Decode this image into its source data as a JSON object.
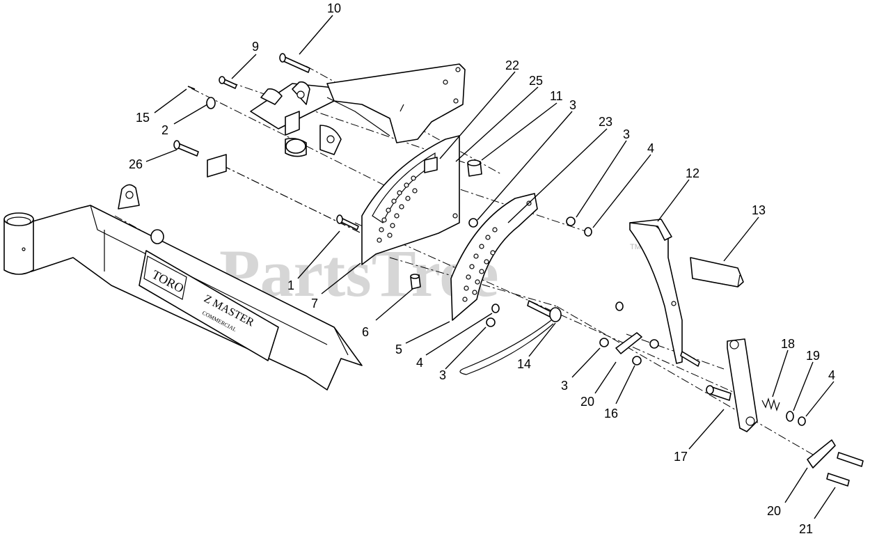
{
  "watermark": {
    "text": "PartsTree",
    "tm": "TM"
  },
  "decal": {
    "brand": "TORO",
    "model": "Z MASTER",
    "sub": "COMMERCIAL"
  },
  "callouts": [
    {
      "id": "c10",
      "text": "10"
    },
    {
      "id": "c9",
      "text": "9"
    },
    {
      "id": "c15",
      "text": "15"
    },
    {
      "id": "c2",
      "text": "2"
    },
    {
      "id": "c26",
      "text": "26"
    },
    {
      "id": "c22",
      "text": "22"
    },
    {
      "id": "c25",
      "text": "25"
    },
    {
      "id": "c11",
      "text": "11"
    },
    {
      "id": "c3a",
      "text": "3"
    },
    {
      "id": "c23",
      "text": "23"
    },
    {
      "id": "c3b",
      "text": "3"
    },
    {
      "id": "c4a",
      "text": "4"
    },
    {
      "id": "c12",
      "text": "12"
    },
    {
      "id": "c13",
      "text": "13"
    },
    {
      "id": "c1",
      "text": "1"
    },
    {
      "id": "c7",
      "text": "7"
    },
    {
      "id": "c6",
      "text": "6"
    },
    {
      "id": "c5",
      "text": "5"
    },
    {
      "id": "c4b",
      "text": "4"
    },
    {
      "id": "c3c",
      "text": "3"
    },
    {
      "id": "c14",
      "text": "14"
    },
    {
      "id": "c3d",
      "text": "3"
    },
    {
      "id": "c20a",
      "text": "20"
    },
    {
      "id": "c16",
      "text": "16"
    },
    {
      "id": "c18",
      "text": "18"
    },
    {
      "id": "c19",
      "text": "19"
    },
    {
      "id": "c4c",
      "text": "4"
    },
    {
      "id": "c17",
      "text": "17"
    },
    {
      "id": "c20b",
      "text": "20"
    },
    {
      "id": "c21",
      "text": "21"
    }
  ]
}
